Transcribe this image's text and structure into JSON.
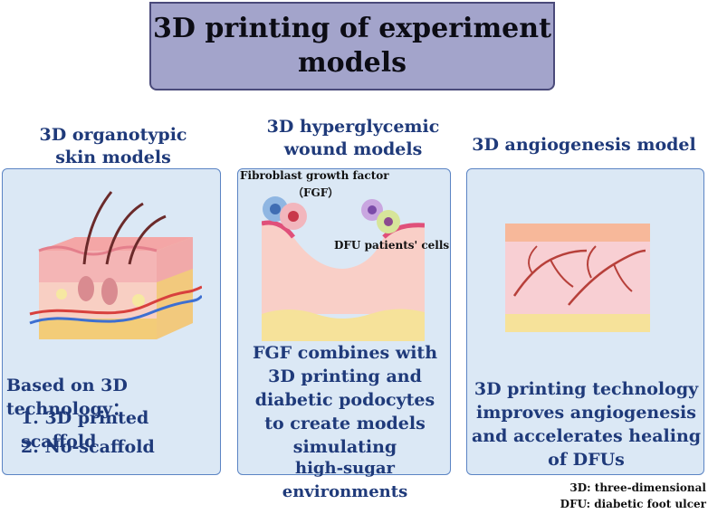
{
  "title": "3D printing of experiment\nmodels",
  "columns": [
    {
      "heading": "3D organotypic\nskin models",
      "lines": [
        "Based on 3D technology：",
        "1. 3D printed scaffold",
        "2. No-scaffold"
      ]
    },
    {
      "heading": "3D hyperglycemic\nwound models",
      "labels": [
        "Fibroblast growth factor",
        "（FGF）",
        "DFU patients' cells"
      ],
      "lines": [
        "FGF combines with",
        "3D printing and",
        "diabetic podocytes",
        "to create models",
        "simulating",
        "high-sugar environments"
      ]
    },
    {
      "heading": "3D angiogenesis model",
      "lines": [
        "3D printing technology",
        "improves angiogenesis",
        "and accelerates healing",
        "of DFUs"
      ]
    }
  ],
  "footnotes": [
    "3D: three-dimensional",
    "DFU: diabetic foot ulcer"
  ],
  "colors": {
    "title_bg": "#a3a4cb",
    "panel_bg": "#dbe8f5",
    "panel_border": "#5b84c4",
    "heading_text": "#1f3a7a"
  }
}
